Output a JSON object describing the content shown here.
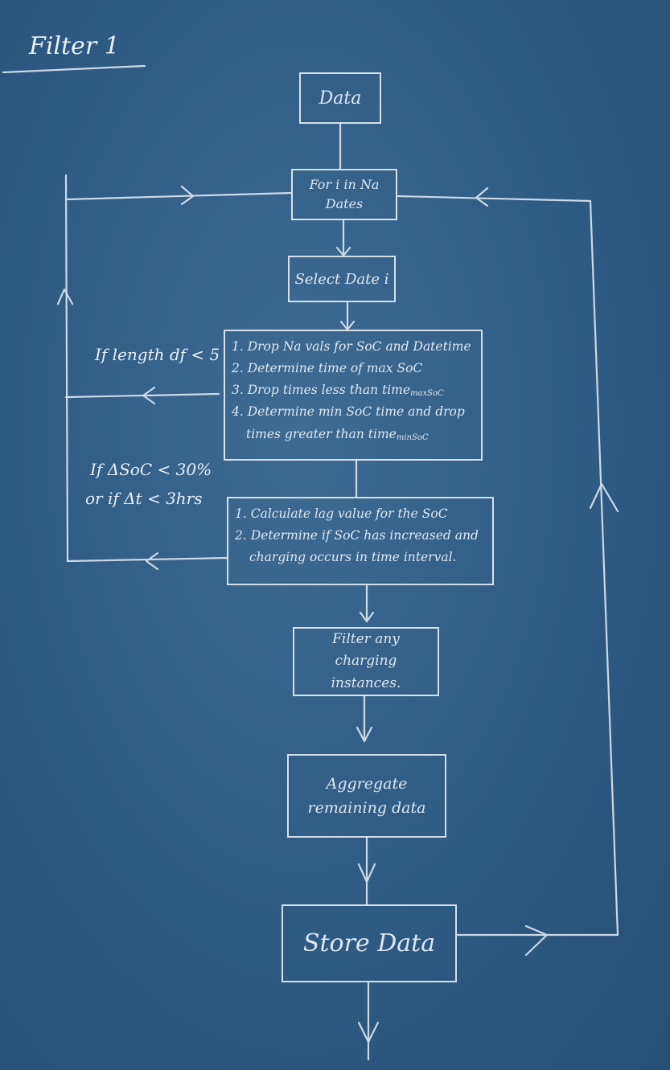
{
  "title": "Filter 1",
  "nodes": {
    "data": "Data",
    "loop": "For i in Na Dates",
    "select": "Select Date i",
    "filter": "Filter any charging instances.",
    "aggregate": "Aggregate remaining data",
    "store": "Store Data"
  },
  "step1": {
    "items": [
      "1. Drop Na vals for SoC and Datetime",
      "2. Determine time of max SoC",
      "3. Drop times less than time",
      "4. Determine min SoC time and drop",
      "times greater than time"
    ],
    "sub3": "maxSoC",
    "sub5": "minSoC"
  },
  "step2": {
    "items": [
      "1. Calculate lag value for the SoC",
      "2. Determine if SoC has increased and",
      "charging occurs in time interval."
    ]
  },
  "conditions": {
    "length": "If length df < 5",
    "delta_soc": "If ΔSoC < 30%",
    "delta_t": "or if Δt < 3hrs"
  }
}
